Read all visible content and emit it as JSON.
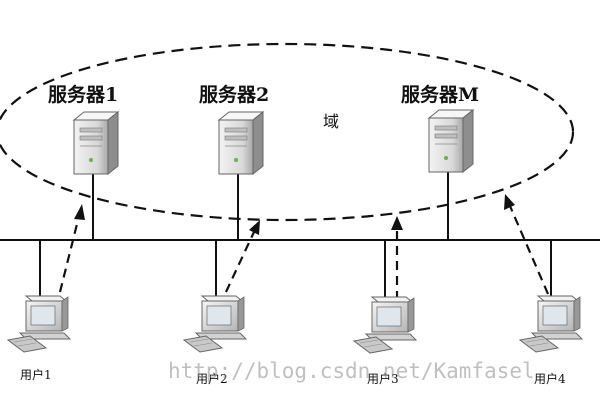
{
  "domain_label": "域",
  "servers": [
    {
      "label": "服务器1"
    },
    {
      "label": "服务器2"
    },
    {
      "label": "服务器M"
    }
  ],
  "users": [
    {
      "label": "用户1"
    },
    {
      "label": "用户2"
    },
    {
      "label": "用户3"
    },
    {
      "label": "用户4"
    }
  ],
  "watermark": "http://blog.csdn.net/Kamfasel",
  "icons": {
    "server": "server-tower-icon",
    "workstation": "desktop-computer-icon"
  },
  "colors": {
    "line": "#111111",
    "device_body": "#e6e6e6",
    "device_shadow": "#9a9a9a"
  }
}
